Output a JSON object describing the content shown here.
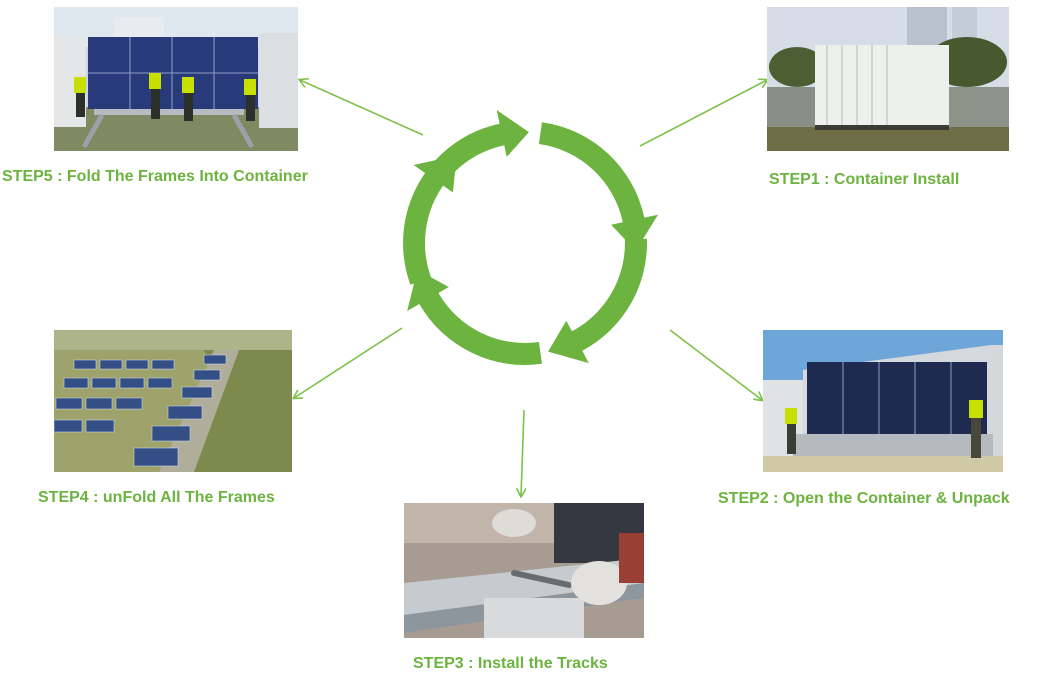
{
  "steps": [
    {
      "id": "step1",
      "label": "STEP1 : Container Install",
      "photo_icon": "container-photo"
    },
    {
      "id": "step2",
      "label": "STEP2 : Open the Container & Unpack",
      "photo_icon": "unpack-photo"
    },
    {
      "id": "step3",
      "label": "STEP3 : Install the Tracks",
      "photo_icon": "tracks-photo"
    },
    {
      "id": "step4",
      "label": "STEP4 : unFold All The Frames",
      "photo_icon": "solar-field-photo"
    },
    {
      "id": "step5",
      "label": "STEP5 : Fold The Frames Into Container",
      "photo_icon": "fold-photo"
    }
  ],
  "colors": {
    "accent": "#6cb33f",
    "label": "#6cb33f",
    "connector": "#7cc24a"
  }
}
